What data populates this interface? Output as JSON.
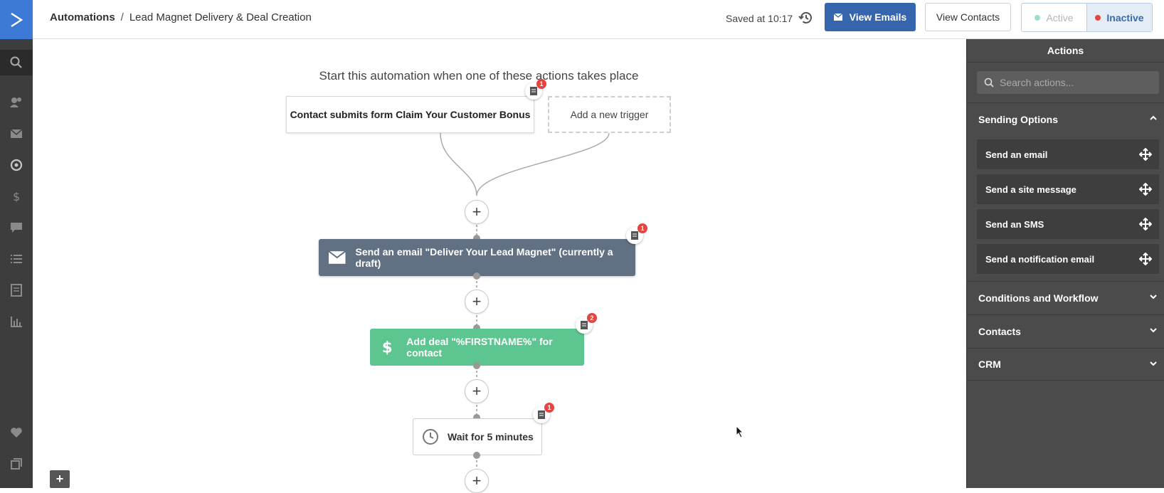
{
  "header": {
    "breadcrumb_root": "Automations",
    "breadcrumb_sep": "/",
    "automation_name": "Lead Magnet Delivery & Deal Creation",
    "saved_text": "Saved at 10:17",
    "view_emails_label": "View Emails",
    "view_contacts_label": "View Contacts",
    "active_label": "Active",
    "inactive_label": "Inactive",
    "status": "Inactive"
  },
  "nav": {
    "icons": [
      "logo-icon",
      "search-icon",
      "contacts-icon",
      "campaigns-icon",
      "automations-icon",
      "deals-icon",
      "conversations-icon",
      "lists-icon",
      "forms-icon",
      "reports-icon",
      "heart-icon",
      "apps-icon"
    ]
  },
  "canvas": {
    "trigger_heading": "Start this automation when one of these actions takes place",
    "trigger_label": "Contact submits form Claim Your Customer Bonus",
    "trigger_badge": "1",
    "add_trigger_label": "Add a new trigger",
    "steps": [
      {
        "label": "Send an email \"Deliver Your Lead Magnet\" (currently a draft)",
        "badge": "1",
        "icon": "envelope-icon"
      },
      {
        "label": "Add deal \"%FIRSTNAME%\" for contact",
        "badge": "2",
        "icon": "dollar-icon"
      },
      {
        "label": "Wait for 5 minutes",
        "badge": "1",
        "icon": "clock-icon"
      }
    ],
    "plus_symbol": "+"
  },
  "actions_panel": {
    "title": "Actions",
    "search_placeholder": "Search actions...",
    "sections": [
      {
        "label": "Sending Options",
        "expanded": true,
        "items": [
          "Send an email",
          "Send a site message",
          "Send an SMS",
          "Send a notification email"
        ]
      },
      {
        "label": "Conditions and Workflow",
        "expanded": false
      },
      {
        "label": "Contacts",
        "expanded": false
      },
      {
        "label": "CRM",
        "expanded": false
      }
    ]
  },
  "colors": {
    "brand_blue": "#3465ad",
    "email_node": "#627084",
    "deal_node": "#5dc690",
    "badge_red": "#e5443f",
    "active_dot": "#9ee0c5",
    "inactive_dot": "#e5443f"
  }
}
